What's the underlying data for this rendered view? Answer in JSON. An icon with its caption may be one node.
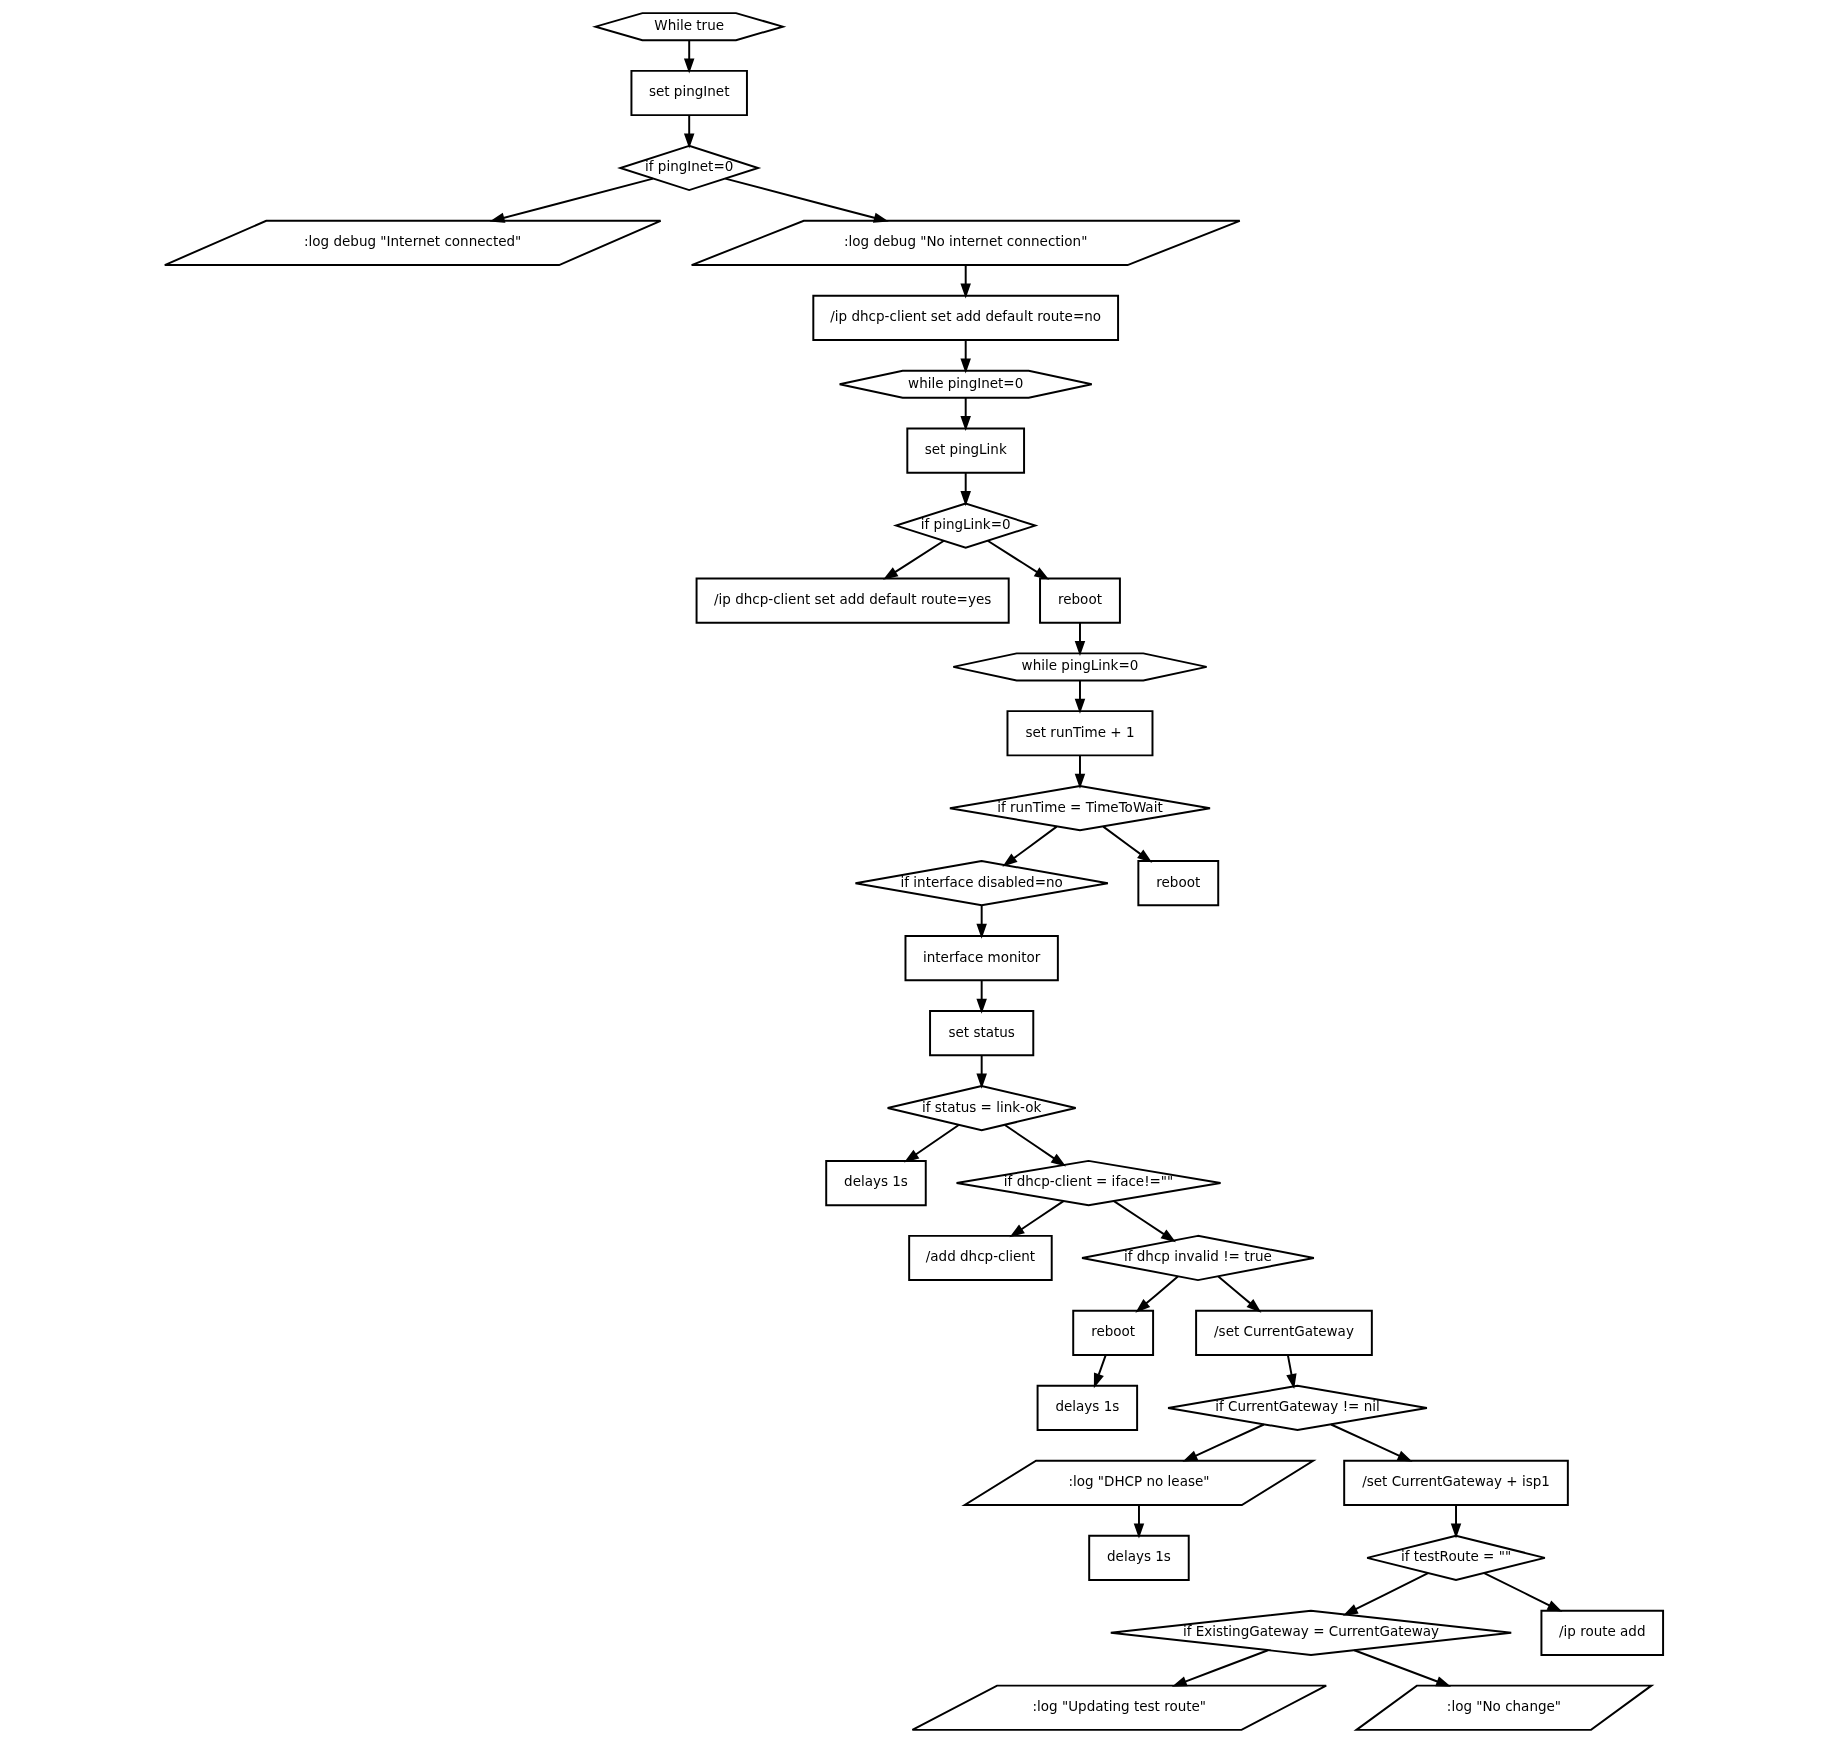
{
  "diagram": {
    "nodes": [
      {
        "text": [
          "While true"
        ]
      },
      {
        "text": [
          "set pingInet"
        ]
      },
      {
        "text": [
          "if pingInet=0"
        ]
      },
      {
        "text": [
          ":log debug \"Internet connected\""
        ]
      },
      {
        "text": [
          ":log debug \"No internet connection\""
        ]
      },
      {
        "text": [
          "/ip dhcp-client set add default route=no"
        ]
      },
      {
        "text": [
          "while pingInet=0"
        ]
      },
      {
        "text": [
          "set pingLink"
        ]
      },
      {
        "text": [
          "if pingLink=0"
        ]
      },
      {
        "text": [
          "/ip dhcp-client set add default route=yes"
        ]
      },
      {
        "text": [
          "reboot"
        ]
      },
      {
        "text": [
          "while pingLink=0"
        ]
      },
      {
        "text": [
          "set runTime + 1"
        ]
      },
      {
        "text": [
          "if runTime = TimeToWait"
        ]
      },
      {
        "text": [
          "if interface disabled=no"
        ]
      },
      {
        "text": [
          "reboot"
        ]
      },
      {
        "text": [
          "interface monitor"
        ]
      },
      {
        "text": [
          "set status"
        ]
      },
      {
        "text": [
          "if status = link-ok"
        ]
      },
      {
        "text": [
          "delays 1s"
        ]
      },
      {
        "text": [
          "if dhcp-client = iface!=\"\""
        ]
      },
      {
        "text": [
          "/add dhcp-client"
        ]
      },
      {
        "text": [
          "if dhcp invalid != true"
        ]
      },
      {
        "text": [
          "reboot"
        ]
      },
      {
        "text": [
          "/set CurrentGateway"
        ]
      },
      {
        "text": [
          "delays 1s"
        ]
      },
      {
        "text": [
          "if CurrentGateway != nil"
        ]
      },
      {
        "text": [
          ":log \"DHCP no lease\""
        ]
      },
      {
        "text": [
          "/set CurrentGateway + isp1"
        ]
      },
      {
        "text": [
          "delays 1s"
        ]
      },
      {
        "text": [
          "if testRoute = \"\""
        ]
      },
      {
        "text": [
          "if ExistingGateway = CurrentGateway"
        ]
      },
      {
        "text": [
          "/ip route add"
        ]
      },
      {
        "text": [
          ":log \"Updating test route\""
        ]
      },
      {
        "text": [
          ":log \"No change\""
        ]
      }
    ],
    "edges": [
      {
        "from": 0,
        "to": 1,
        "arrow": "to"
      },
      {
        "from": 1,
        "to": 2,
        "arrow": "to"
      },
      {
        "from": 2,
        "to": 3,
        "arrow": "to"
      },
      {
        "from": 2,
        "to": 4,
        "arrow": "to"
      },
      {
        "from": 4,
        "to": 5,
        "arrow": "to"
      },
      {
        "from": 5,
        "to": 6,
        "arrow": "to"
      },
      {
        "from": 6,
        "to": 7,
        "arrow": "to"
      },
      {
        "from": 7,
        "to": 8,
        "arrow": "to"
      },
      {
        "from": 8,
        "to": 9,
        "arrow": "to"
      },
      {
        "from": 8,
        "to": 10,
        "arrow": "to"
      },
      {
        "from": 10,
        "to": 11,
        "arrow": "to"
      },
      {
        "from": 11,
        "to": 12,
        "arrow": "to"
      },
      {
        "from": 12,
        "to": 13,
        "arrow": "to"
      },
      {
        "from": 13,
        "to": 14,
        "arrow": "to"
      },
      {
        "from": 13,
        "to": 15,
        "arrow": "to"
      },
      {
        "from": 14,
        "to": 16,
        "arrow": "to"
      },
      {
        "from": 16,
        "to": 17,
        "arrow": "to"
      },
      {
        "from": 17,
        "to": 18,
        "arrow": "to"
      },
      {
        "from": 18,
        "to": 19,
        "arrow": "to"
      },
      {
        "from": 18,
        "to": 20,
        "arrow": "to"
      },
      {
        "from": 20,
        "to": 21,
        "arrow": "to"
      },
      {
        "from": 20,
        "to": 22,
        "arrow": "to"
      },
      {
        "from": 22,
        "to": 23,
        "arrow": "to"
      },
      {
        "from": 22,
        "to": 24,
        "arrow": "to"
      },
      {
        "from": 23,
        "to": 25,
        "arrow": "to"
      },
      {
        "from": 24,
        "to": 26,
        "arrow": "to"
      },
      {
        "from": 26,
        "to": 27,
        "arrow": "to"
      },
      {
        "from": 26,
        "to": 28,
        "arrow": "to"
      },
      {
        "from": 27,
        "to": 29,
        "arrow": "to"
      },
      {
        "from": 28,
        "to": 30,
        "arrow": "to"
      },
      {
        "from": 30,
        "to": 31,
        "arrow": "to"
      },
      {
        "from": 30,
        "to": 32,
        "arrow": "to"
      },
      {
        "from": 31,
        "to": 33,
        "arrow": "to"
      },
      {
        "from": 31,
        "to": 34,
        "arrow": "to"
      }
    ]
  }
}
